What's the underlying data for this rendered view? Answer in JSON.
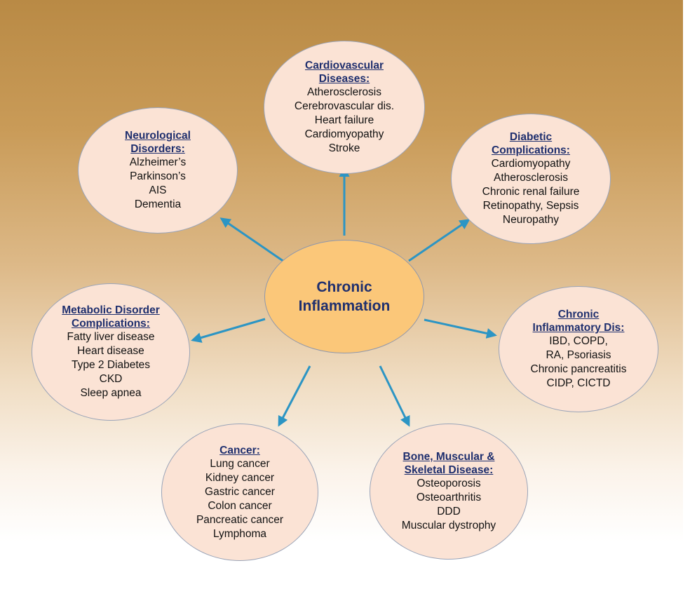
{
  "center": {
    "line1": "Chronic",
    "line2": "Inflammation"
  },
  "colors": {
    "arrow": "#2c95c4",
    "center_fill": "#fbc779",
    "node_fill": "#fbe3d5",
    "title_text": "#1f2f6e"
  },
  "nodes": {
    "cardiovascular": {
      "title_lines": [
        "Cardiovascular",
        "Diseases:"
      ],
      "items": [
        "Atherosclerosis",
        "Cerebrovascular dis.",
        "Heart failure",
        "Cardiomyopathy",
        "Stroke"
      ]
    },
    "neurological": {
      "title_lines": [
        "Neurological",
        "Disorders:"
      ],
      "items": [
        "Alzheimer’s",
        "Parkinson’s",
        "AIS",
        "Dementia"
      ]
    },
    "diabetic": {
      "title_lines": [
        "Diabetic",
        "Complications:"
      ],
      "items": [
        "Cardiomyopathy",
        "Atherosclerosis",
        "Chronic renal failure",
        "Retinopathy, Sepsis",
        "Neuropathy"
      ]
    },
    "metabolic": {
      "title_lines": [
        "Metabolic Disorder",
        "Complications:"
      ],
      "items": [
        "Fatty liver disease",
        "Heart disease",
        "Type 2 Diabetes",
        "CKD",
        "Sleep apnea"
      ]
    },
    "inflammatory": {
      "title_lines": [
        "Chronic",
        "Inflammatory Dis:"
      ],
      "items": [
        "IBD, COPD,",
        "RA, Psoriasis",
        "Chronic pancreatitis",
        "CIDP, CICTD"
      ]
    },
    "cancer": {
      "title_lines": [
        "Cancer:"
      ],
      "items": [
        "Lung cancer",
        "Kidney cancer",
        "Gastric cancer",
        "Colon cancer",
        "Pancreatic cancer",
        "Lymphoma"
      ]
    },
    "bone": {
      "title_lines": [
        "Bone, Muscular &",
        "Skeletal Disease:"
      ],
      "items": [
        "Osteoporosis",
        "Osteoarthritis",
        "DDD",
        "Muscular dystrophy"
      ]
    }
  }
}
